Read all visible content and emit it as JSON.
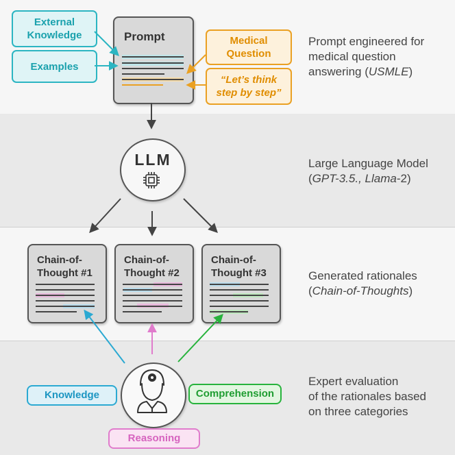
{
  "prompt": {
    "title": "Prompt",
    "external_knowledge": [
      "External",
      "Knowledge"
    ],
    "examples": "Examples",
    "medical_question": [
      "Medical",
      "Question"
    ],
    "think_step": [
      "“Let’s think",
      "step by step”"
    ]
  },
  "llm": {
    "label": "LLM",
    "icon": "chip-icon"
  },
  "cots": [
    {
      "title": [
        "Chain-of-",
        "Thought #1"
      ]
    },
    {
      "title": [
        "Chain-of-",
        "Thought #2"
      ]
    },
    {
      "title": [
        "Chain-of-",
        "Thought #3"
      ]
    }
  ],
  "evaluation": {
    "knowledge": "Knowledge",
    "comprehension": "Comprehension",
    "reasoning": "Reasoning",
    "icon": "doctor-icon"
  },
  "descriptions": {
    "prompt": {
      "line1": "Prompt engineered for",
      "line2": "medical question",
      "line3_pre": "answering (",
      "line3_it": "USMLE",
      "line3_post": ")"
    },
    "llm": {
      "line1": "Large Language Model",
      "line2_pre": "(",
      "line2_it": "GPT-3.5., Llama",
      "line2_post": "-2)"
    },
    "rationales": {
      "line1": "Generated rationales",
      "line2_pre": "(",
      "line2_it": "Chain-of-Thoughts",
      "line2_post": ")"
    },
    "expert": {
      "line1": "Expert evaluation",
      "line2": "of the rationales based",
      "line3": "on three categories"
    }
  },
  "colors": {
    "teal": "#2bb5c2",
    "orange": "#eaa022",
    "blue": "#2ba9d2",
    "green": "#27b33c",
    "pink": "#e07ccc",
    "dark": "#444444"
  }
}
